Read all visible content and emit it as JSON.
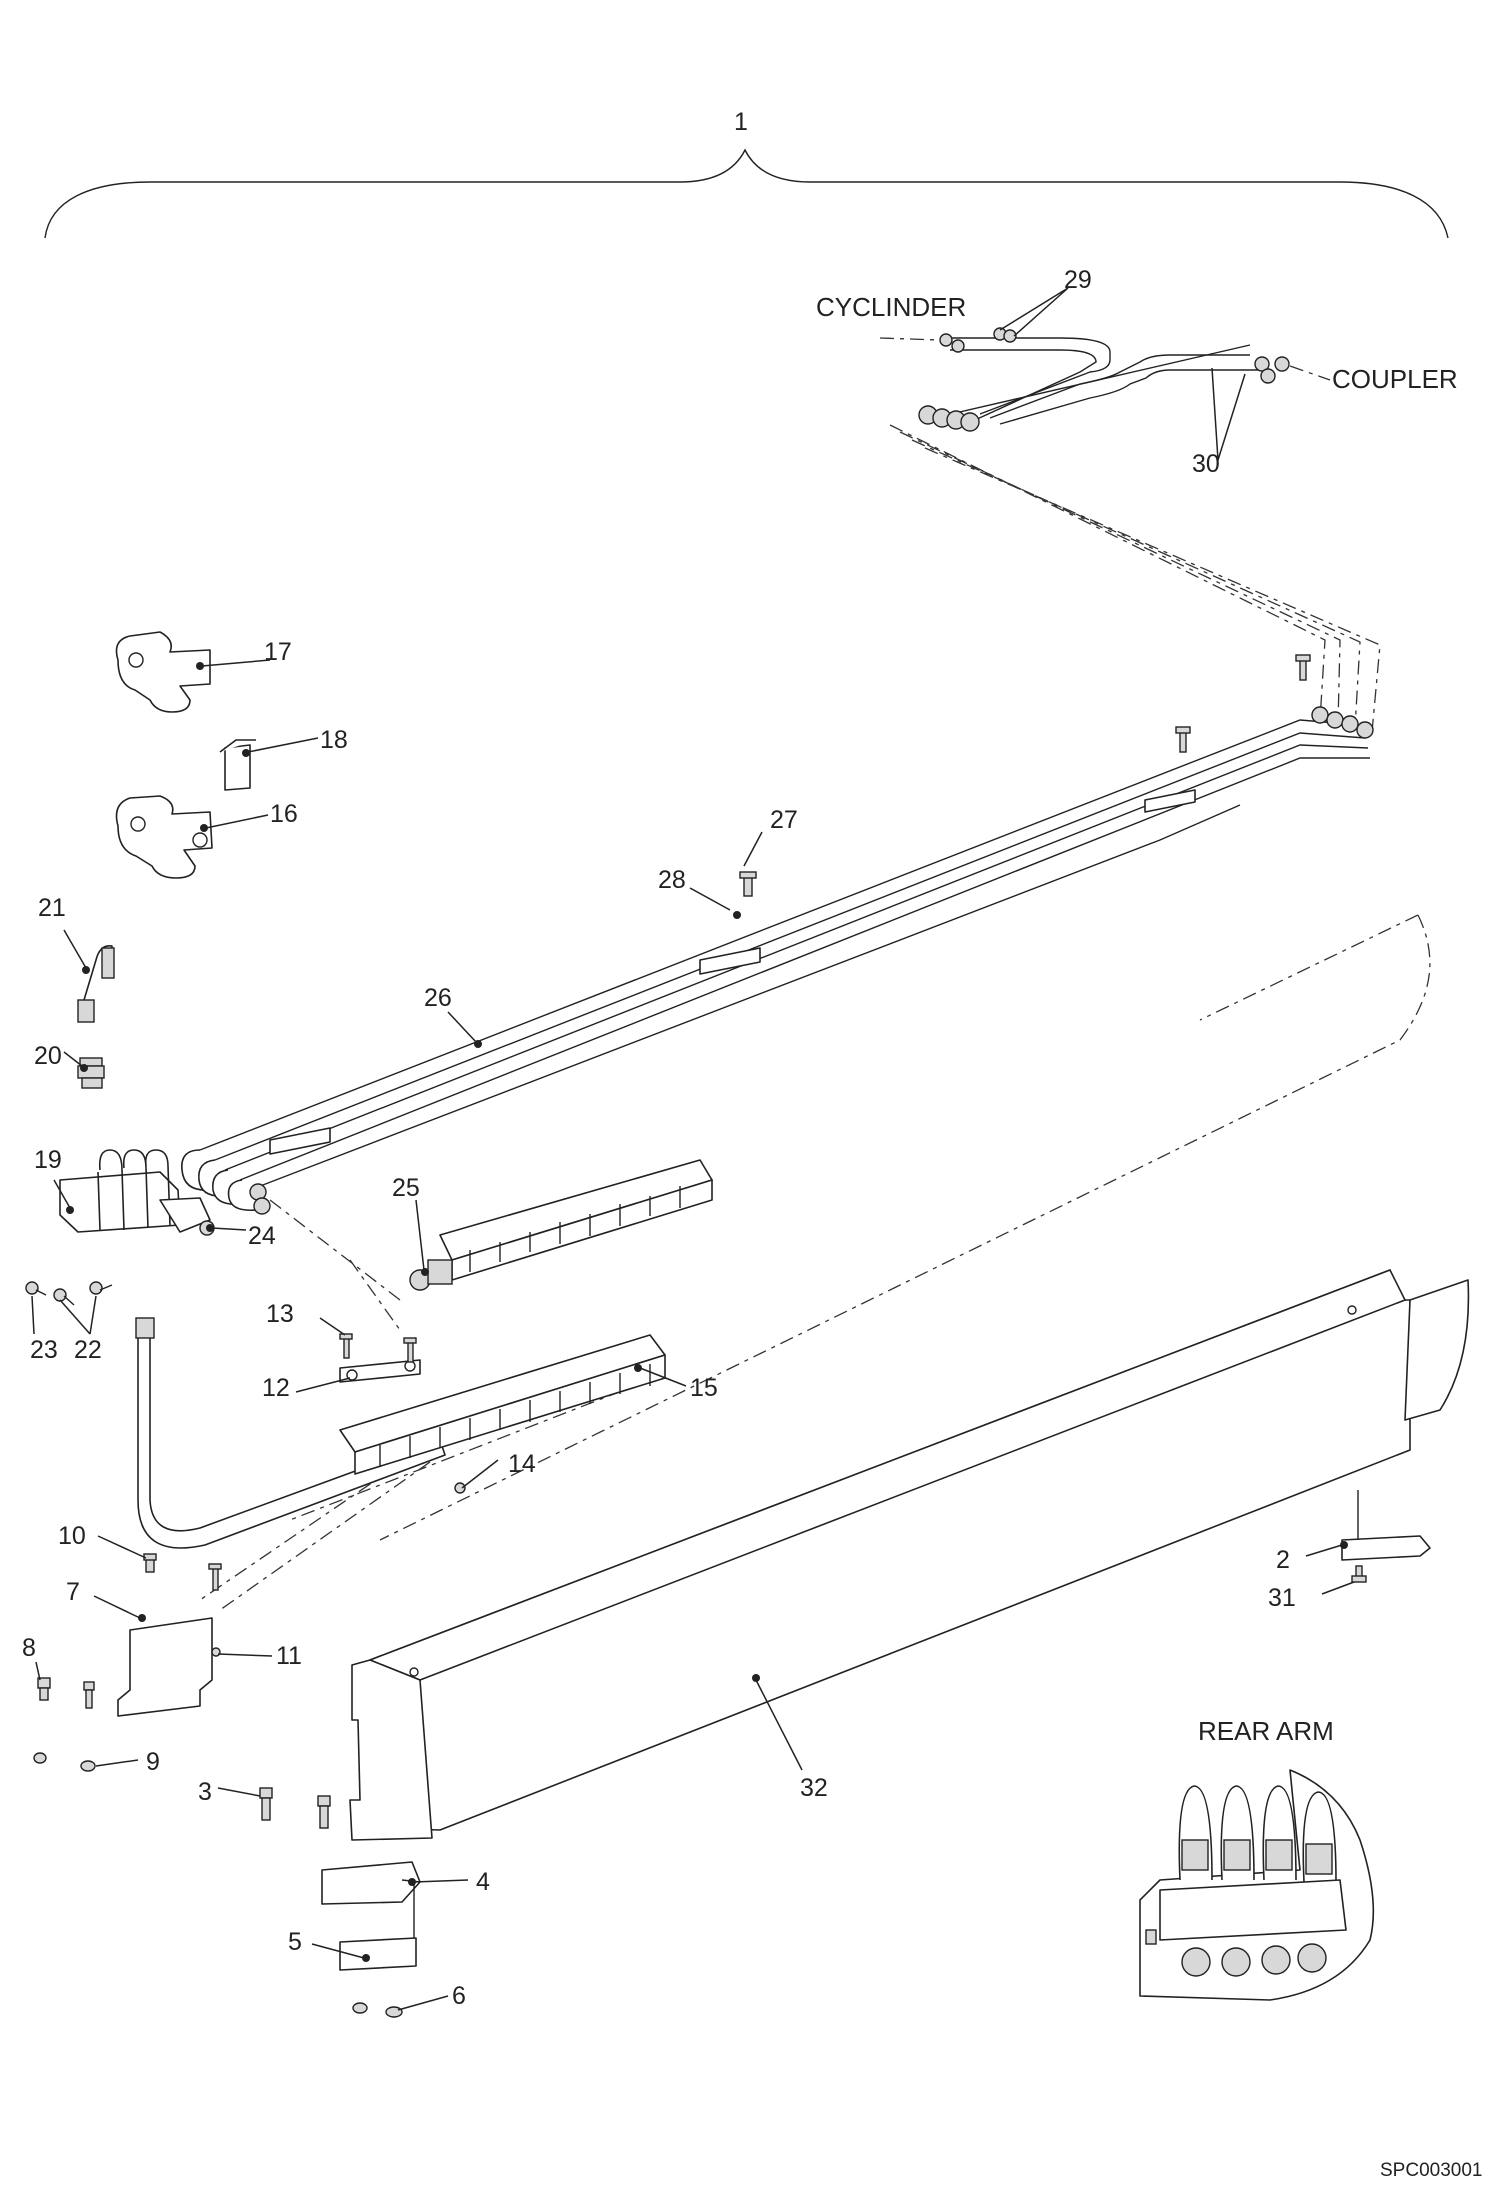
{
  "assembly_number": "1",
  "labels": {
    "cylinder": "CYCLINDER",
    "coupler": "COUPLER",
    "rear_arm": "REAR  ARM"
  },
  "drawing_code": "SPC003001",
  "callouts": {
    "c2": "2",
    "c3": "3",
    "c4": "4",
    "c5": "5",
    "c6": "6",
    "c7": "7",
    "c8": "8",
    "c9": "9",
    "c10": "10",
    "c11": "11",
    "c12": "12",
    "c13": "13",
    "c14": "14",
    "c15": "15",
    "c16": "16",
    "c17": "17",
    "c18": "18",
    "c19": "19",
    "c20": "20",
    "c21": "21",
    "c22": "22",
    "c23": "23",
    "c24": "24",
    "c25": "25",
    "c26": "26",
    "c27": "27",
    "c28": "28",
    "c29": "29",
    "c30": "30",
    "c31": "31",
    "c32": "32"
  }
}
